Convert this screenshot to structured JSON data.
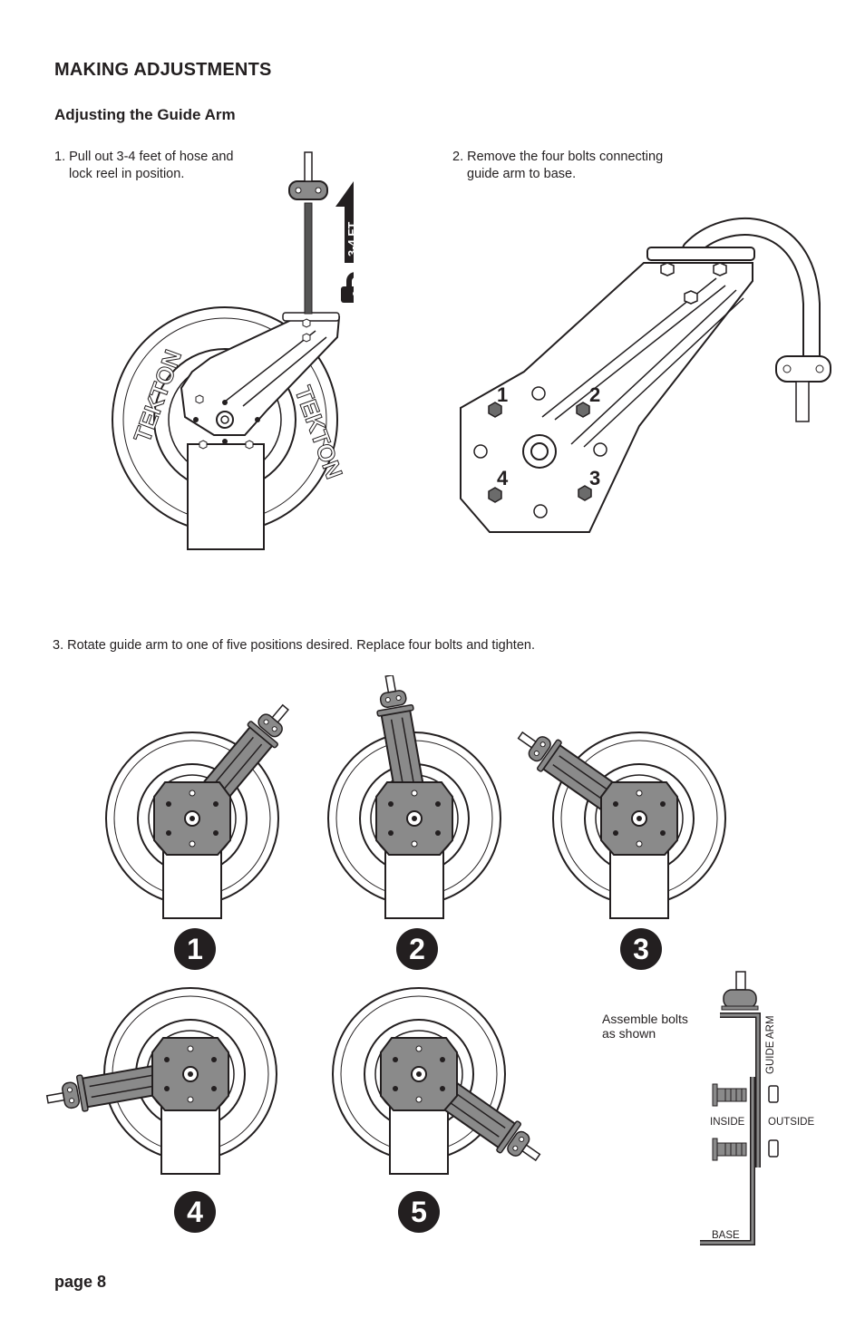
{
  "heading": "MAKING ADJUSTMENTS",
  "subheading": "Adjusting the Guide Arm",
  "steps": {
    "step1": {
      "line1": "1. Pull out 3-4 feet of hose and",
      "line2": "lock reel in position."
    },
    "step2": {
      "line1": "2. Remove the four bolts connecting",
      "line2": "guide arm to base."
    },
    "step3": "3. Rotate guide arm to one of five positions desired. Replace four bolts and tighten."
  },
  "figure1": {
    "arrow_label": "3-4 FT",
    "brand": "TEKTON"
  },
  "figure2": {
    "bolt_numbers": [
      "1",
      "2",
      "3",
      "4"
    ]
  },
  "positions": [
    "1",
    "2",
    "3",
    "4",
    "5"
  ],
  "assembly": {
    "callout_line1": "Assemble bolts",
    "callout_line2": "as shown",
    "guide_arm_label": "GUIDE ARM",
    "inside_label": "INSIDE",
    "outside_label": "OUTSIDE",
    "base_label": "BASE"
  },
  "page_label": "page 8",
  "colors": {
    "ink": "#231f20",
    "arm_fill": "#8a8a8a",
    "bolt_fill": "#6b6b6b",
    "wheel_text": "#d9d9d9"
  }
}
